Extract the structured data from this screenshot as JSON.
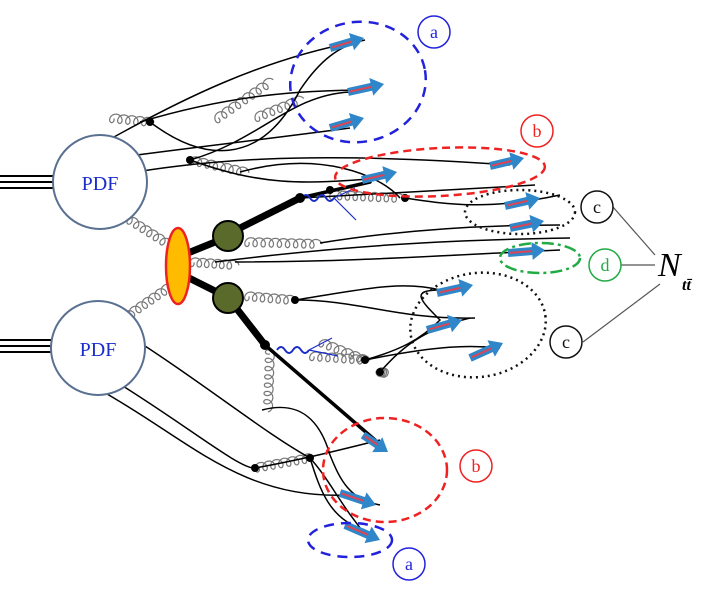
{
  "pdf_blobs": [
    {
      "label": "PDF"
    },
    {
      "label": "PDF"
    }
  ],
  "region_labels": [
    {
      "letter": "a",
      "color": "#2222dd"
    },
    {
      "letter": "b",
      "color": "#ee2222"
    },
    {
      "letter": "c",
      "color": "#111111"
    },
    {
      "letter": "d",
      "color": "#22aa44"
    },
    {
      "letter": "c",
      "color": "#111111"
    },
    {
      "letter": "b",
      "color": "#ee2222"
    },
    {
      "letter": "a",
      "color": "#2222dd"
    }
  ],
  "multiplicity_label": {
    "symbol": "N",
    "subscript": "tt̄"
  },
  "colors": {
    "pdf_edge": "#5a7090",
    "pdf_text": "#1a2ccc",
    "hard_blob_fill": "#ffbb00",
    "hard_blob_edge": "#ee2222",
    "top_fill": "#5a6a2a",
    "arrow_fill": "#2f86c8",
    "arrow_core": "#dd4455",
    "gluon": "#777777",
    "photon": "#1a2ccc"
  }
}
